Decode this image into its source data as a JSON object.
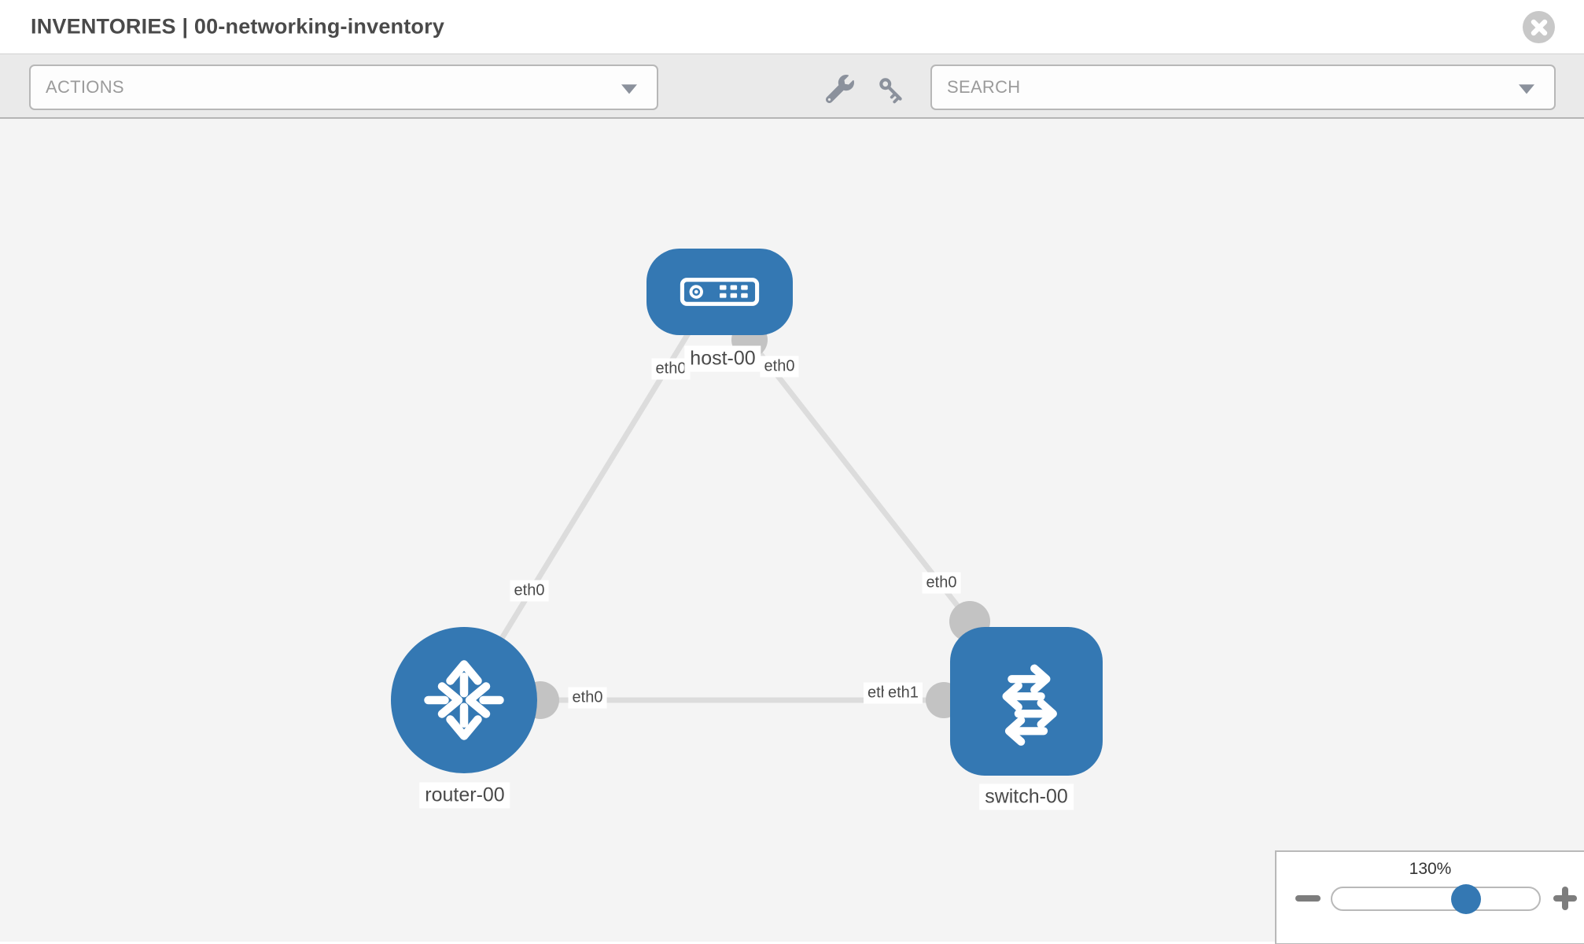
{
  "header": {
    "title": "INVENTORIES | 00-networking-inventory"
  },
  "toolbar": {
    "actions_label": "ACTIONS",
    "search_label": "SEARCH",
    "icons": [
      {
        "name": "wrench-icon"
      },
      {
        "name": "key-icon"
      }
    ]
  },
  "topology": {
    "nodes": [
      {
        "id": "host-00",
        "type": "host",
        "label": "host-00"
      },
      {
        "id": "router-00",
        "type": "router",
        "label": "router-00"
      },
      {
        "id": "switch-00",
        "type": "switch",
        "label": "switch-00"
      }
    ],
    "links": [
      {
        "from": "host-00",
        "to": "router-00"
      },
      {
        "from": "host-00",
        "to": "switch-00"
      },
      {
        "from": "router-00",
        "to": "switch-00"
      }
    ],
    "interface_labels": {
      "host_left": "eth0",
      "host_right": "eth0",
      "router_top": "eth0",
      "switch_top": "eth0",
      "link_router_side": "eth0",
      "link_switch_side_back": "eth0",
      "link_switch_side_front": "eth1"
    }
  },
  "zoom_control": {
    "level": "130%"
  },
  "colors": {
    "node_blue": "#3478b3",
    "connector_gray": "#c3c3c3",
    "link_gray": "#dcdcdc",
    "canvas_bg": "#f4f4f4",
    "toolbar_bg": "#eaeaea",
    "panel_border": "#b9b9b9",
    "border_gray": "#d2d2d2",
    "text_dark": "#4a4a4a",
    "text_muted": "#9b9b9b",
    "icon_gray": "#8b919c",
    "close_gray": "#c8c8c8",
    "white": "#ffffff"
  }
}
